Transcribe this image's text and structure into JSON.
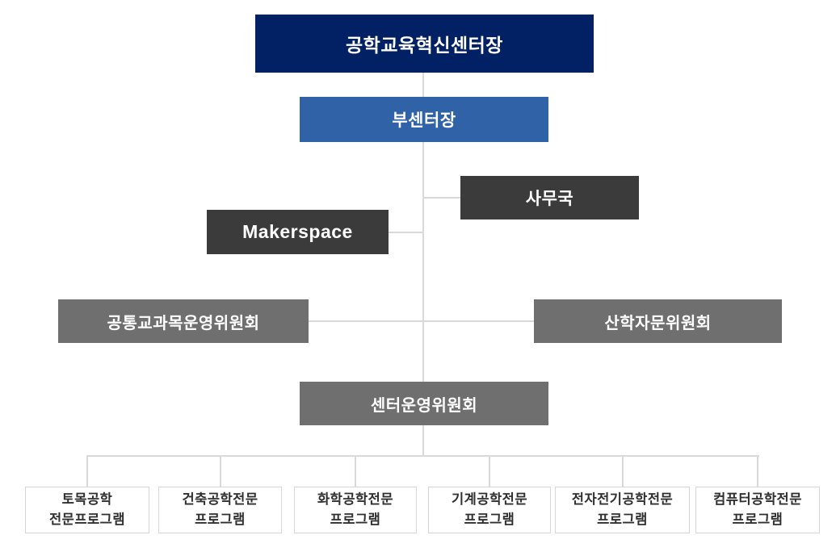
{
  "org_chart": {
    "type": "organizational-chart",
    "nodes": {
      "director": {
        "label": "공학교육혁신센터장"
      },
      "vice_director": {
        "label": "부센터장"
      },
      "admin_office": {
        "label": "사무국"
      },
      "makerspace": {
        "label": "Makerspace"
      },
      "common_course_committee": {
        "label": "공통교과목운영위원회"
      },
      "industry_advisory_committee": {
        "label": "산학자문위원회"
      },
      "center_steering_committee": {
        "label": "센터운영위원회"
      }
    },
    "programs": [
      {
        "line1": "토목공학",
        "line2": "전문프로그램"
      },
      {
        "line1": "건축공학전문",
        "line2": "프로그램"
      },
      {
        "line1": "화학공학전문",
        "line2": "프로그램"
      },
      {
        "line1": "기계공학전문",
        "line2": "프로그램"
      },
      {
        "line1": "전자전기공학전문",
        "line2": "프로그램"
      },
      {
        "line1": "컴퓨터공학전문",
        "line2": "프로그램"
      }
    ],
    "colors": {
      "director_box": "#022164",
      "vice_director_box": "#2f62a7",
      "office_box": "#3b3b3b",
      "committee_box": "#6f6f6f",
      "program_box_border": "#d6d6d6",
      "program_text": "#2f2f2f",
      "box_text": "#ffffff",
      "connector_line": "#d9d9d9",
      "background": "#ffffff"
    }
  }
}
